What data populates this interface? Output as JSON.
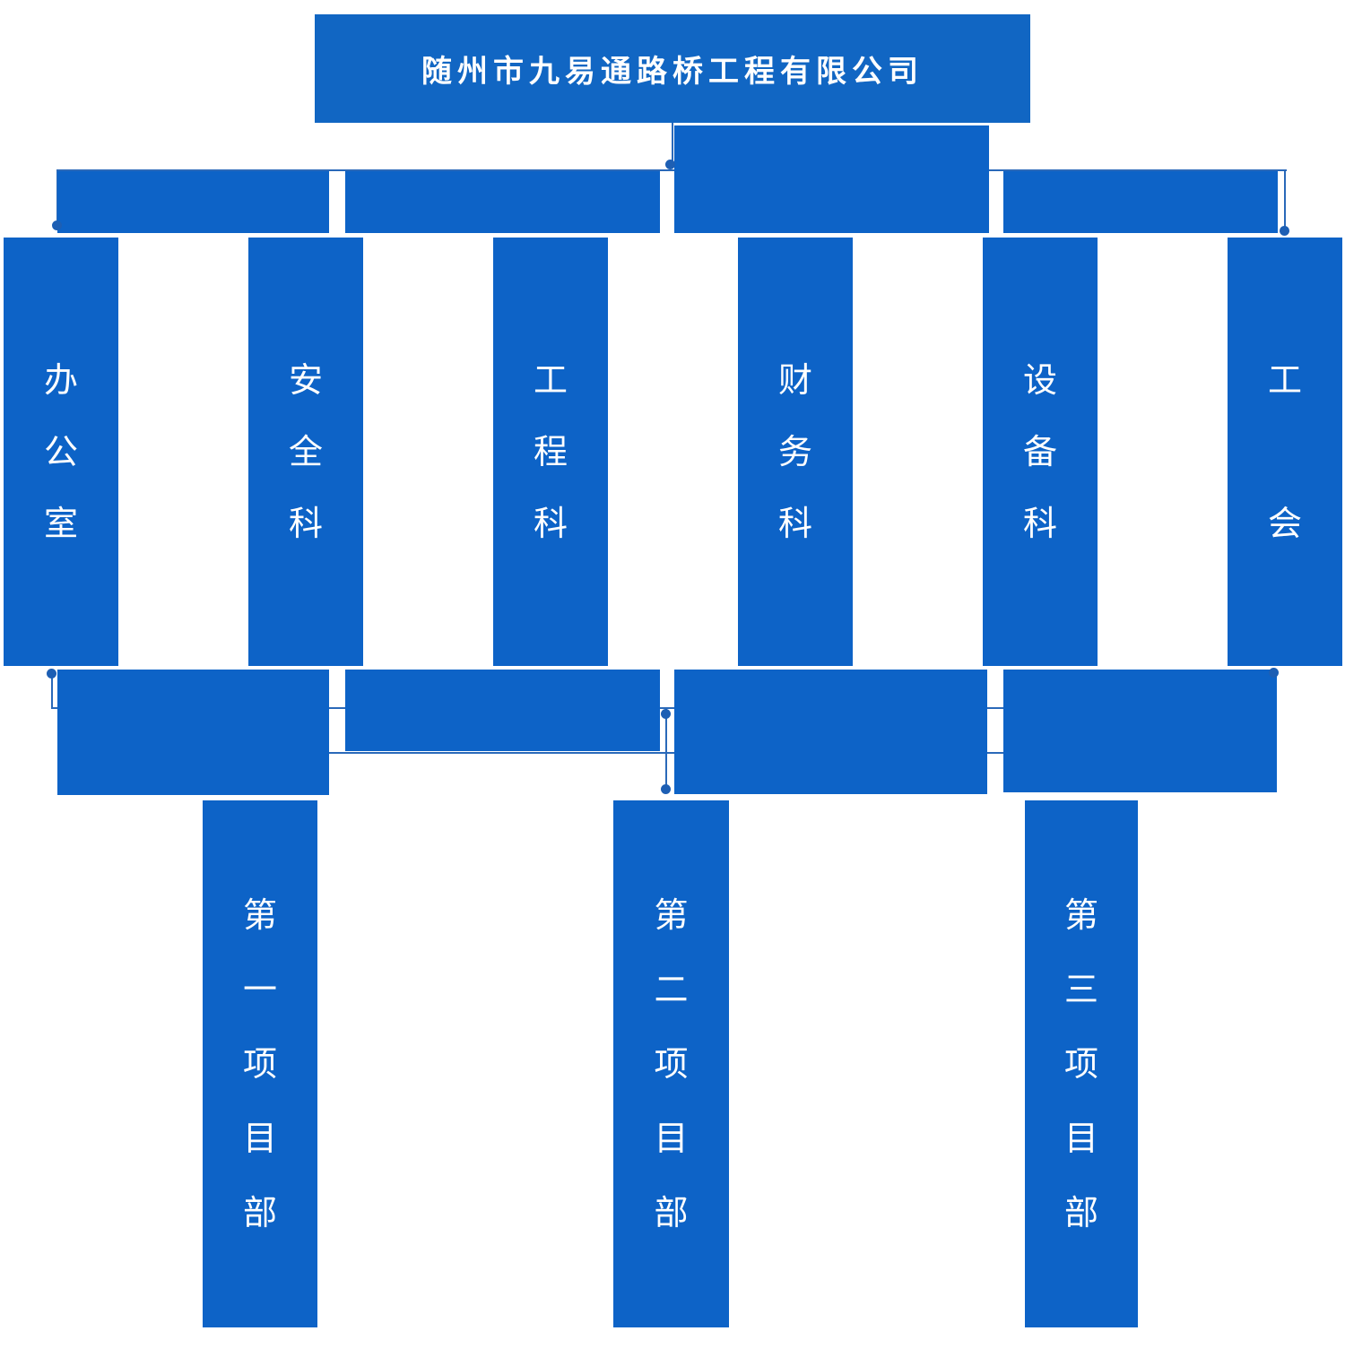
{
  "title": {
    "company_name": "随州市九易通路桥工程有限公司"
  },
  "departments": [
    {
      "text": "办公室",
      "label": "办\n公\n室"
    },
    {
      "text": "安全科",
      "label": "安\n全\n科"
    },
    {
      "text": "工程科",
      "label": "工\n程\n科"
    },
    {
      "text": "财务科",
      "label": "财\n务\n科"
    },
    {
      "text": "设备科",
      "label": "设\n备\n科"
    },
    {
      "text": "工会",
      "label": "工\n\n会"
    }
  ],
  "projects": [
    {
      "text": "第一项目部",
      "label": "第\n一\n项\n目\n部"
    },
    {
      "text": "第二项目部",
      "label": "第\n二\n项\n目\n部"
    },
    {
      "text": "第三项目部",
      "label": "第\n三\n项\n目\n部"
    }
  ],
  "colors": {
    "header_blue": "#1166c3",
    "node_blue": "#0d63c7",
    "connector_blue": "#2a69b9",
    "dot_blue": "#1d5fb4",
    "label_white": "#ffffff",
    "background": "#ffffff"
  }
}
